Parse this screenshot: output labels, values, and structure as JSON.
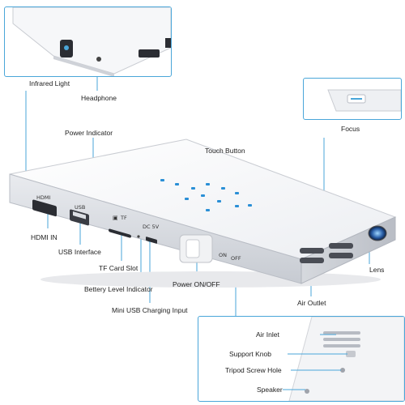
{
  "labels": {
    "infrared_light": "Infrared Light",
    "headphone": "Headphone",
    "focus": "Focus",
    "power_indicator": "Power Indicator",
    "touch_button": "Touch Button",
    "hdmi_in": "HDMI IN",
    "usb_interface": "USB Interface",
    "tf_card_slot": "TF Card Slot",
    "battery_level_indicator": "Bettery Level Indicator",
    "mini_usb_charging_input": "Mini USB Charging Input",
    "power_on_off": "Power ON/OFF",
    "air_outlet": "Air Outlet",
    "lens": "Lens",
    "air_inlet": "Air Inlet",
    "support_knob": "Support Knob",
    "tripod_screw_hole": "Tripod Screw Hole",
    "speaker": "Speaker"
  },
  "device_markings": {
    "hdmi": "HDMI",
    "usb": "USB",
    "tf": "TF",
    "dc5v": "DC 5V",
    "on": "ON",
    "off": "OFF"
  },
  "colors": {
    "accent": "#4aa6d9",
    "body": "#f4f5f7",
    "edge": "#c9ccd2",
    "touch": "#2a8fd6"
  }
}
